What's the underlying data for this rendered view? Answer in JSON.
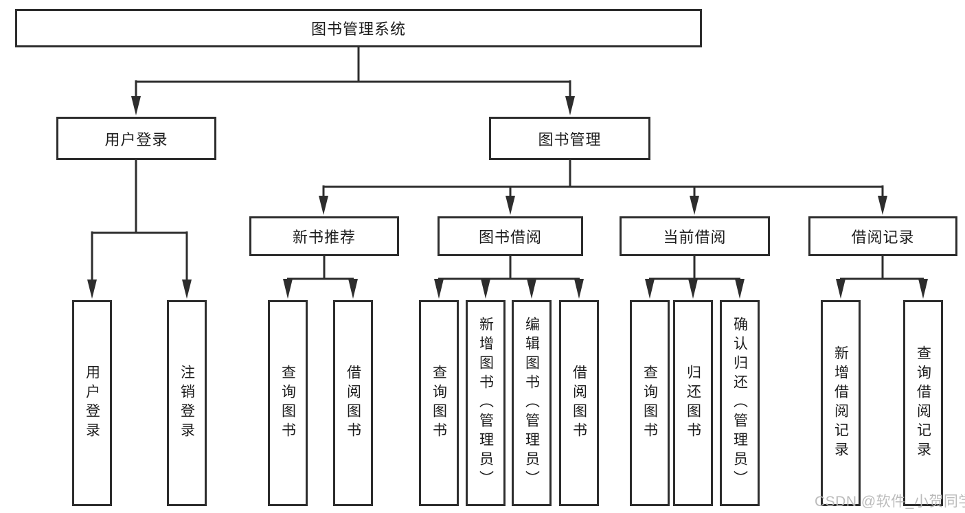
{
  "diagram_title": "图书管理系统",
  "tree": {
    "root": {
      "label": "图书管理系统"
    },
    "branches": [
      {
        "label": "用户登录",
        "children": [
          {
            "label": "用户登录"
          },
          {
            "label": "注销登录"
          }
        ]
      },
      {
        "label": "图书管理",
        "children": [
          {
            "label": "新书推荐",
            "children": [
              {
                "label": "查询图书"
              },
              {
                "label": "借阅图书"
              }
            ]
          },
          {
            "label": "图书借阅",
            "children": [
              {
                "label": "查询图书"
              },
              {
                "label": "新增图书（管理员）"
              },
              {
                "label": "编辑图书（管理员）"
              },
              {
                "label": "借阅图书"
              }
            ]
          },
          {
            "label": "当前借阅",
            "children": [
              {
                "label": "查询图书"
              },
              {
                "label": "归还图书"
              },
              {
                "label": "确认归还（管理员）"
              }
            ]
          },
          {
            "label": "借阅记录",
            "children": [
              {
                "label": "新增借阅记录"
              },
              {
                "label": "查询借阅记录"
              }
            ]
          }
        ]
      }
    ]
  },
  "watermark": {
    "text": "CSDN @软件_小贺同学"
  },
  "colors": {
    "line": "#2d2d2d",
    "box_fill": "#ffffff",
    "text": "#1c1c1c",
    "watermark": "#b8b8b8",
    "background": "#ffffff"
  }
}
